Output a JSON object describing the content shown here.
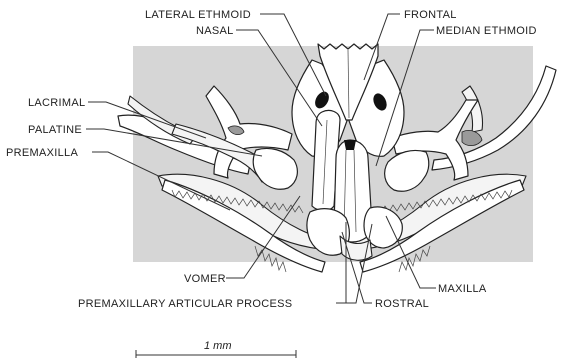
{
  "labels": {
    "lateral_ethmoid": "LATERAL ETHMOID",
    "nasal": "NASAL",
    "frontal": "FRONTAL",
    "median_ethmoid": "MEDIAN ETHMOID",
    "lacrimal": "LACRIMAL",
    "palatine": "PALATINE",
    "premaxilla": "PREMAXILLA",
    "vomer": "VOMER",
    "premaxillary_articular_process": "PREMAXILLARY ARTICULAR PROCESS",
    "rostral": "ROSTRAL",
    "maxilla": "MAXILLA"
  },
  "scale_bar": {
    "label": "1 mm"
  },
  "colors": {
    "background_panel": "#d6d6d6",
    "bone_fill": "#ffffff",
    "ink": "#222222"
  }
}
